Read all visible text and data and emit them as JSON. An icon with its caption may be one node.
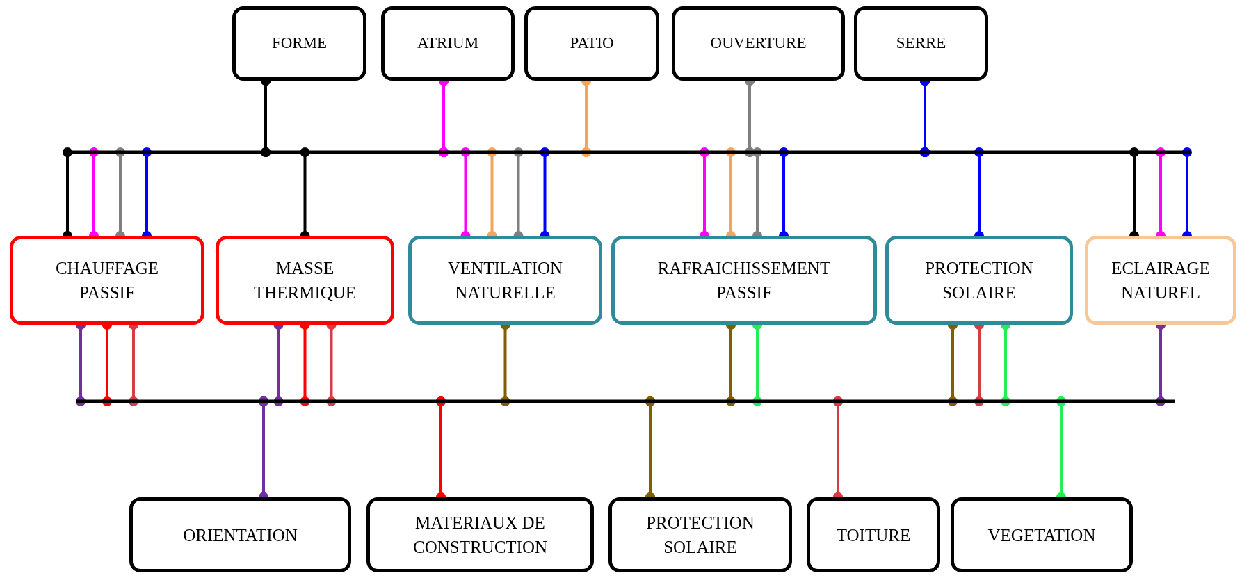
{
  "diagram": {
    "nodes": [
      {
        "text": [
          "FORME"
        ]
      },
      {
        "text": [
          "ATRIUM"
        ]
      },
      {
        "text": [
          "PATIO"
        ]
      },
      {
        "text": [
          "OUVERTURE"
        ]
      },
      {
        "text": [
          "SERRE"
        ]
      },
      {
        "text": [
          "CHAUFFAGE PASSIF"
        ]
      },
      {
        "text": [
          "MASSE THERMIQUE"
        ]
      },
      {
        "text": [
          "VENTILATION NATURELLE"
        ]
      },
      {
        "text": [
          "RAFRAICHISSEMENT PASSIF"
        ]
      },
      {
        "text": [
          "PROTECTION SOLAIRE"
        ]
      },
      {
        "text": [
          "ECLAIRAGE NATUREL"
        ]
      },
      {
        "text": [
          "ORIENTATION"
        ]
      },
      {
        "text": [
          "MATERIAUX DE CONSTRUCTION"
        ]
      },
      {
        "text": [
          "PROTECTION SOLAIRE"
        ]
      },
      {
        "text": [
          "TOITURE"
        ]
      },
      {
        "text": [
          "VEGETATION"
        ]
      }
    ],
    "edges": [
      {
        "from": 0,
        "to": 5,
        "arrow": "other",
        "color": "#000000"
      },
      {
        "from": 0,
        "to": 6,
        "arrow": "other",
        "color": "#000000"
      },
      {
        "from": 0,
        "to": 10,
        "arrow": "other",
        "color": "#000000"
      },
      {
        "from": 1,
        "to": 5,
        "arrow": "other",
        "color": "#ff00ff"
      },
      {
        "from": 1,
        "to": 7,
        "arrow": "other",
        "color": "#ff00ff"
      },
      {
        "from": 1,
        "to": 8,
        "arrow": "other",
        "color": "#ff00ff"
      },
      {
        "from": 1,
        "to": 10,
        "arrow": "other",
        "color": "#ff00ff"
      },
      {
        "from": 2,
        "to": 7,
        "arrow": "other",
        "color": "#f5a55a"
      },
      {
        "from": 2,
        "to": 8,
        "arrow": "other",
        "color": "#f5a55a"
      },
      {
        "from": 3,
        "to": 5,
        "arrow": "other",
        "color": "#808080"
      },
      {
        "from": 3,
        "to": 7,
        "arrow": "other",
        "color": "#808080"
      },
      {
        "from": 3,
        "to": 8,
        "arrow": "other",
        "color": "#808080"
      },
      {
        "from": 4,
        "to": 5,
        "arrow": "other",
        "color": "#0000ff"
      },
      {
        "from": 4,
        "to": 7,
        "arrow": "other",
        "color": "#0000ff"
      },
      {
        "from": 4,
        "to": 8,
        "arrow": "other",
        "color": "#0000ff"
      },
      {
        "from": 4,
        "to": 9,
        "arrow": "other",
        "color": "#0000ff"
      },
      {
        "from": 4,
        "to": 10,
        "arrow": "other",
        "color": "#0000ff"
      },
      {
        "from": 11,
        "to": 5,
        "arrow": "other",
        "color": "#7030a0"
      },
      {
        "from": 11,
        "to": 6,
        "arrow": "other",
        "color": "#7030a0"
      },
      {
        "from": 11,
        "to": 10,
        "arrow": "other",
        "color": "#7030a0"
      },
      {
        "from": 14,
        "to": 5,
        "arrow": "other",
        "color": "#d63c44"
      },
      {
        "from": 14,
        "to": 6,
        "arrow": "other",
        "color": "#d63c44"
      },
      {
        "from": 14,
        "to": 9,
        "arrow": "other",
        "color": "#d63c44"
      },
      {
        "from": 12,
        "to": 5,
        "arrow": "other",
        "color": "#ff0000"
      },
      {
        "from": 12,
        "to": 6,
        "arrow": "other",
        "color": "#ff0000"
      },
      {
        "from": 13,
        "to": 7,
        "arrow": "other",
        "color": "#7f5f00"
      },
      {
        "from": 13,
        "to": 8,
        "arrow": "other",
        "color": "#7f5f00"
      },
      {
        "from": 13,
        "to": 9,
        "arrow": "other",
        "color": "#7f5f00"
      },
      {
        "from": 15,
        "to": 8,
        "arrow": "other",
        "color": "#22ee55"
      },
      {
        "from": 15,
        "to": 9,
        "arrow": "other",
        "color": "#22ee55"
      }
    ]
  }
}
